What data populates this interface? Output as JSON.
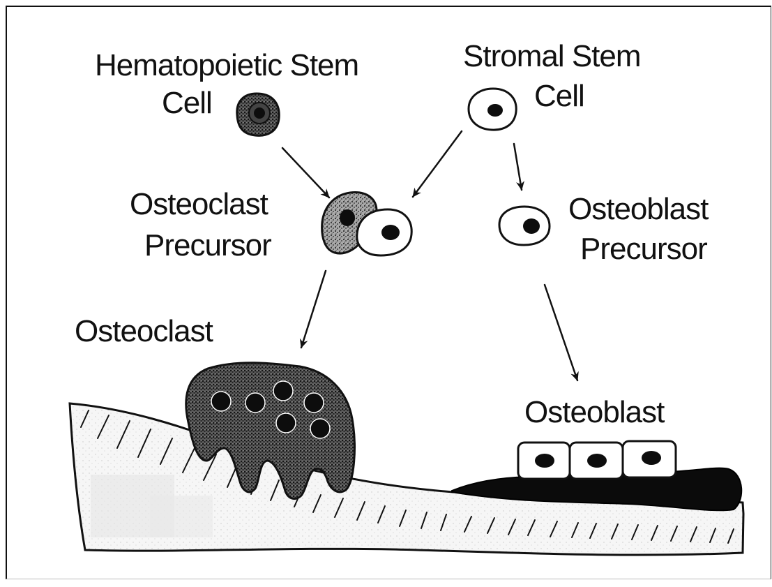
{
  "diagram": {
    "labels": {
      "hematopoietic_line1": "Hematopoietic Stem",
      "hematopoietic_line2": "Cell",
      "stromal_line1": "Stromal Stem",
      "stromal_line2": "Cell",
      "osteoclast_precursor_line1": "Osteoclast",
      "osteoclast_precursor_line2": "Precursor",
      "osteoblast_precursor_line1": "Osteoblast",
      "osteoblast_precursor_line2": "Precursor",
      "osteoclast": "Osteoclast",
      "osteoblast": "Osteoblast"
    },
    "colors": {
      "ink": "#111111",
      "stipple": "#7a7a7a",
      "bone_fill": "#f4f4f4",
      "new_bone": "#0a0a0a"
    }
  }
}
